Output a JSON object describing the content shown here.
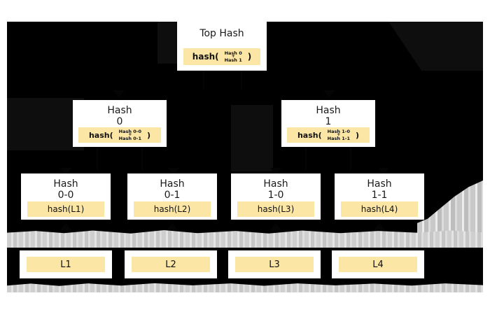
{
  "diagram": {
    "kind": "merkle-tree",
    "title_text": "Top Hash",
    "colors": {
      "background": "#ffffff",
      "field": "#000000",
      "node_fill": "#ffffff",
      "hash_fill": "#fbe6a6",
      "texture_gray": "#d4d4d4",
      "text": "#1a1a1a"
    }
  },
  "root": {
    "label": "Top Hash",
    "hash_open": "hash(",
    "hash_close": ")",
    "arg_top": "Hash 0",
    "arg_plus": "+",
    "arg_bottom": "Hash 1"
  },
  "level1": [
    {
      "label": "Hash\n0",
      "hash_open": "hash(",
      "hash_close": ")",
      "arg_top": "Hash 0-0",
      "arg_plus": "+",
      "arg_bottom": "Hash 0-1"
    },
    {
      "label": "Hash\n1",
      "hash_open": "hash(",
      "hash_close": ")",
      "arg_top": "Hash 1-0",
      "arg_plus": "+",
      "arg_bottom": "Hash 1-1"
    }
  ],
  "level2": [
    {
      "label": "Hash\n0-0",
      "hash": "hash(L1)"
    },
    {
      "label": "Hash\n0-1",
      "hash": "hash(L2)"
    },
    {
      "label": "Hash\n1-0",
      "hash": "hash(L3)"
    },
    {
      "label": "Hash\n1-1",
      "hash": "hash(L4)"
    }
  ],
  "leaves": [
    {
      "label": "L1"
    },
    {
      "label": "L2"
    },
    {
      "label": "L3"
    },
    {
      "label": "L4"
    }
  ]
}
